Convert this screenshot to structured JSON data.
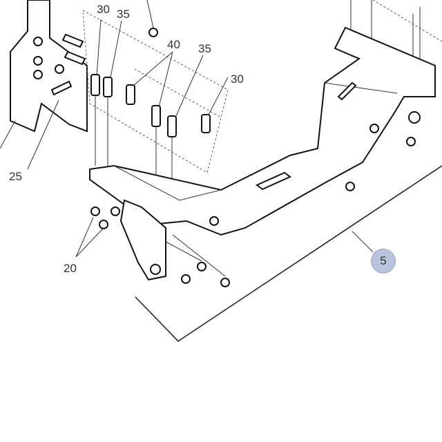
{
  "diagram": {
    "labels": {
      "bolt_left_30": "30",
      "bolt_left_35": "35",
      "bolt_40": "40",
      "bolt_right_35": "35",
      "bolt_right_30": "30",
      "bracket_25": "25",
      "nut_20": "20"
    },
    "callout": {
      "number": "5",
      "color": "#b8c4dc"
    }
  }
}
